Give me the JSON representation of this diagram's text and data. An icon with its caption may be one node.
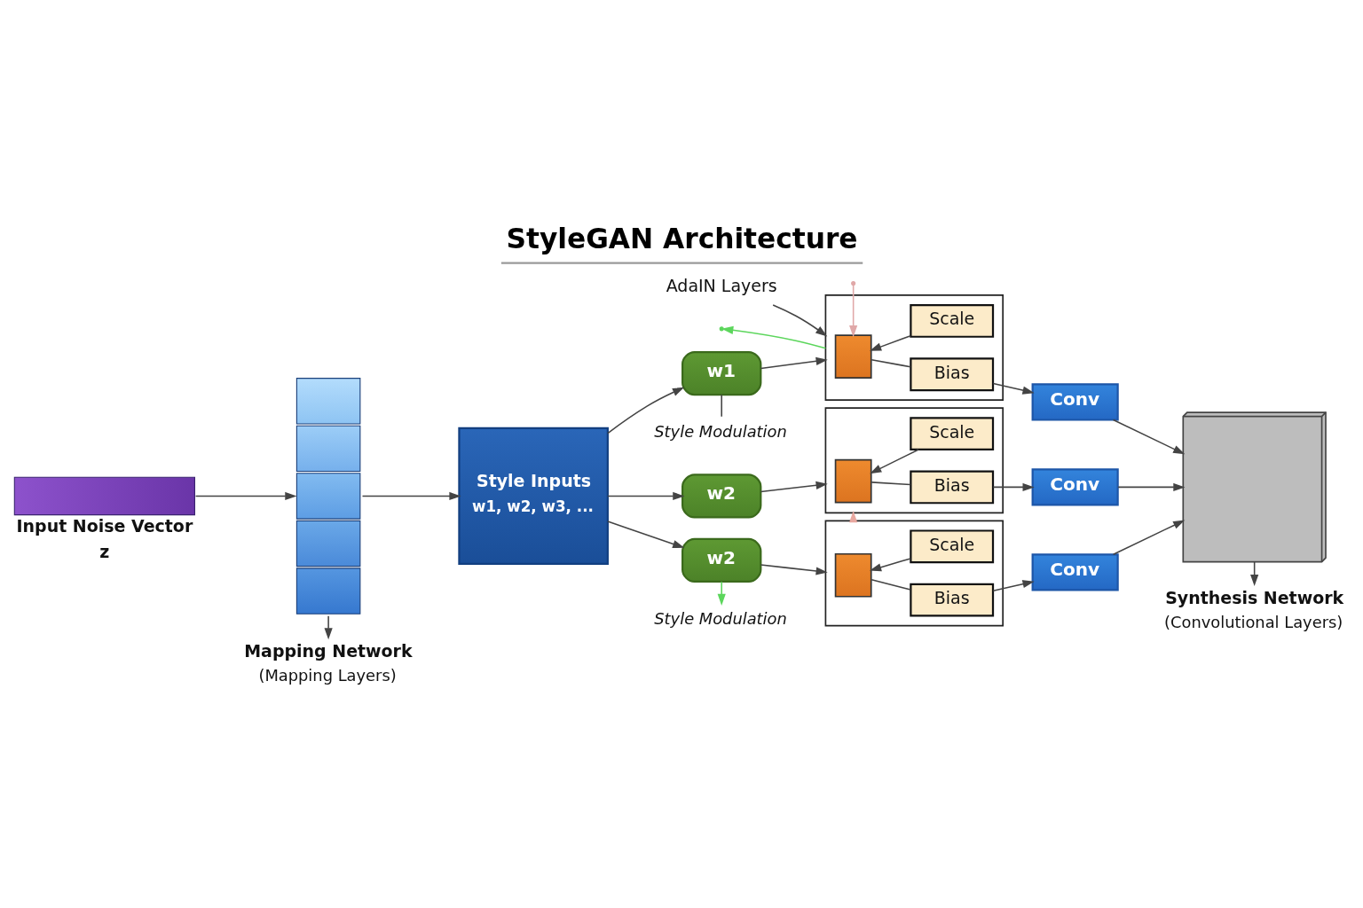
{
  "diagram": {
    "title": "StyleGAN Architecture",
    "nodes": [
      {
        "text": [
          "Input Noise Vector",
          "z"
        ]
      },
      {
        "text": [],
        "shape": "box"
      },
      {
        "text": [
          "Mapping Network",
          "(Mapping Layers)"
        ]
      },
      {
        "text": [
          "Style Inputs",
          "w1, w2, w3, ..."
        ]
      },
      {
        "text": [
          "w1"
        ]
      },
      {
        "text": [
          "Style Modulation"
        ]
      },
      {
        "text": [],
        "shape": "box"
      },
      {
        "text": [],
        "shape": "box",
        "in": 6
      },
      {
        "text": [
          "Scale"
        ],
        "in": 6
      },
      {
        "text": [
          "Bias"
        ],
        "in": 6
      },
      {
        "text": [
          "Conv"
        ]
      },
      {
        "text": [
          "w2"
        ]
      },
      {
        "text": [],
        "shape": "box"
      },
      {
        "text": [],
        "shape": "box",
        "in": 12
      },
      {
        "text": [
          "Scale"
        ],
        "in": 12
      },
      {
        "text": [
          "Bias"
        ],
        "in": 12
      },
      {
        "text": [
          "Conv"
        ]
      },
      {
        "text": [
          "Style Modulation"
        ]
      },
      {
        "text": [
          "w2"
        ]
      },
      {
        "text": [],
        "shape": "box"
      },
      {
        "text": [],
        "shape": "box",
        "in": 19
      },
      {
        "text": [
          "Scale"
        ],
        "in": 19
      },
      {
        "text": [
          "Bias"
        ],
        "in": 19
      },
      {
        "text": [
          "Conv"
        ]
      },
      {
        "text": [],
        "shape": "box"
      },
      {
        "text": [
          "Synthesis Network",
          "(Convolutional Layers)"
        ]
      },
      {
        "text": [
          "AdaIN Layers"
        ]
      }
    ],
    "edges": [
      {
        "from": 0,
        "to": 1,
        "arrow": "to"
      },
      {
        "from": 1,
        "to": 3,
        "arrow": "to"
      },
      {
        "from": 1,
        "to": 2,
        "arrow": "to"
      },
      {
        "from": 3,
        "to": 4,
        "arrow": "to"
      },
      {
        "from": 3,
        "to": 11,
        "arrow": "to"
      },
      {
        "from": 3,
        "to": 18,
        "arrow": "to"
      },
      {
        "from": 4,
        "to": 5,
        "arrow": "none"
      },
      {
        "from": 4,
        "to": 6,
        "arrow": "to"
      },
      {
        "from": 8,
        "to": 7,
        "arrow": "to"
      },
      {
        "from": 7,
        "to": 9,
        "arrow": "none"
      },
      {
        "from": 9,
        "to": 10,
        "arrow": "to"
      },
      {
        "from": 11,
        "to": 12,
        "arrow": "to"
      },
      {
        "from": 14,
        "to": 13,
        "arrow": "to"
      },
      {
        "from": 13,
        "to": 15,
        "arrow": "none"
      },
      {
        "from": 15,
        "to": 16,
        "arrow": "to"
      },
      {
        "from": 18,
        "to": 19,
        "arrow": "to"
      },
      {
        "from": 21,
        "to": 20,
        "arrow": "to"
      },
      {
        "from": 20,
        "to": 22,
        "arrow": "none"
      },
      {
        "from": 22,
        "to": 23,
        "arrow": "to"
      },
      {
        "from": 18,
        "to": 17,
        "arrow": "to",
        "color": "#5cd65c"
      },
      {
        "from": 19,
        "to": 12,
        "arrow": "to",
        "color": "#e8a8a0"
      },
      {
        "from": 10,
        "to": 24,
        "arrow": "to"
      },
      {
        "from": 16,
        "to": 24,
        "arrow": "to"
      },
      {
        "from": 23,
        "to": 24,
        "arrow": "to"
      },
      {
        "from": 24,
        "to": 25,
        "arrow": "to"
      },
      {
        "from": 26,
        "to": 6,
        "arrow": "to"
      },
      {
        "from": 6,
        "to": null,
        "arrow": "to",
        "color": "#5cd65c"
      },
      {
        "from": null,
        "to": 7,
        "arrow": "to",
        "color": "#e0a8a8"
      }
    ]
  }
}
